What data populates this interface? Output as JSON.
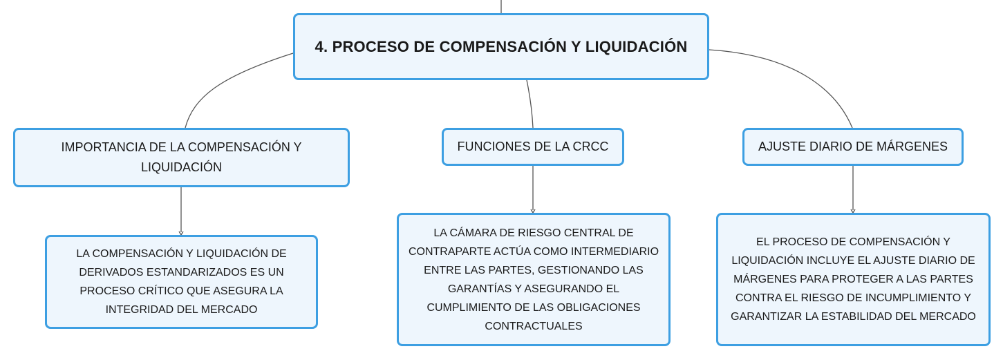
{
  "root": {
    "title": "4. PROCESO DE COMPENSACIÓN Y LIQUIDACIÓN"
  },
  "branches": [
    {
      "title": "IMPORTANCIA DE LA COMPENSACIÓN Y LIQUIDACIÓN",
      "detail": "LA COMPENSACIÓN Y LIQUIDACIÓN DE DERIVADOS ESTANDARIZADOS ES UN PROCESO CRÍTICO QUE ASEGURA LA INTEGRIDAD DEL MERCADO"
    },
    {
      "title": "FUNCIONES DE LA CRCC",
      "detail": "LA CÁMARA DE RIESGO CENTRAL DE CONTRAPARTE ACTÚA COMO INTERMEDIARIO ENTRE LAS PARTES, GESTIONANDO LAS GARANTÍAS Y ASEGURANDO EL CUMPLIMIENTO DE LAS OBLIGACIONES CONTRACTUALES"
    },
    {
      "title": "AJUSTE DIARIO DE MÁRGENES",
      "detail": "EL PROCESO DE COMPENSACIÓN Y LIQUIDACIÓN INCLUYE EL AJUSTE DIARIO DE MÁRGENES PARA PROTEGER A LAS PARTES CONTRA EL RIESGO DE INCUMPLIMIENTO Y GARANTIZAR LA ESTABILIDAD DEL MERCADO"
    }
  ],
  "colors": {
    "node_border": "#3d9fe2",
    "node_fill": "#eef6fd",
    "connector": "#555555"
  }
}
